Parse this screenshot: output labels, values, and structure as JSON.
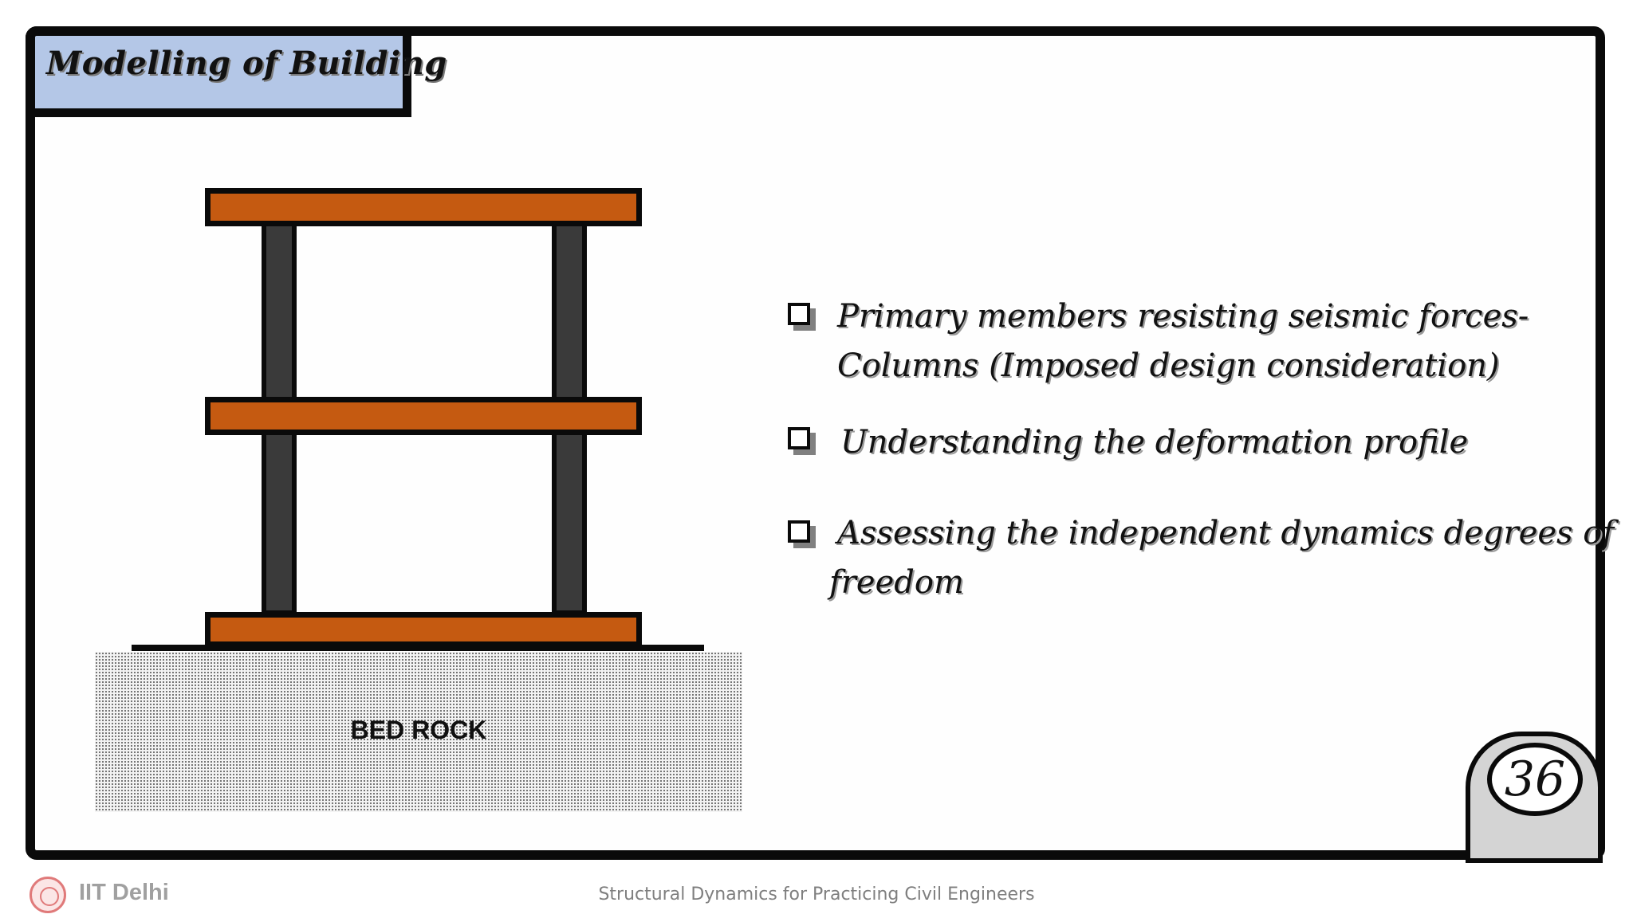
{
  "slide": {
    "title": "Modelling of Building",
    "page_number": "36"
  },
  "diagram": {
    "ground_label": "BED ROCK",
    "colors": {
      "slab": "#c55a11",
      "column": "#3a3a3a",
      "title_bg": "#b4c7e7"
    }
  },
  "bullets": [
    {
      "line1": "Primary members resisting  seismic forces-",
      "line2": "Columns (Imposed design consideration)"
    },
    {
      "line1": "Understanding the deformation profile",
      "line2": ""
    },
    {
      "line1": "Assessing the independent dynamics degrees of",
      "line2": "freedom"
    }
  ],
  "footer": {
    "org": "IIT Delhi",
    "course": "Structural Dynamics for Practicing Civil Engineers"
  }
}
